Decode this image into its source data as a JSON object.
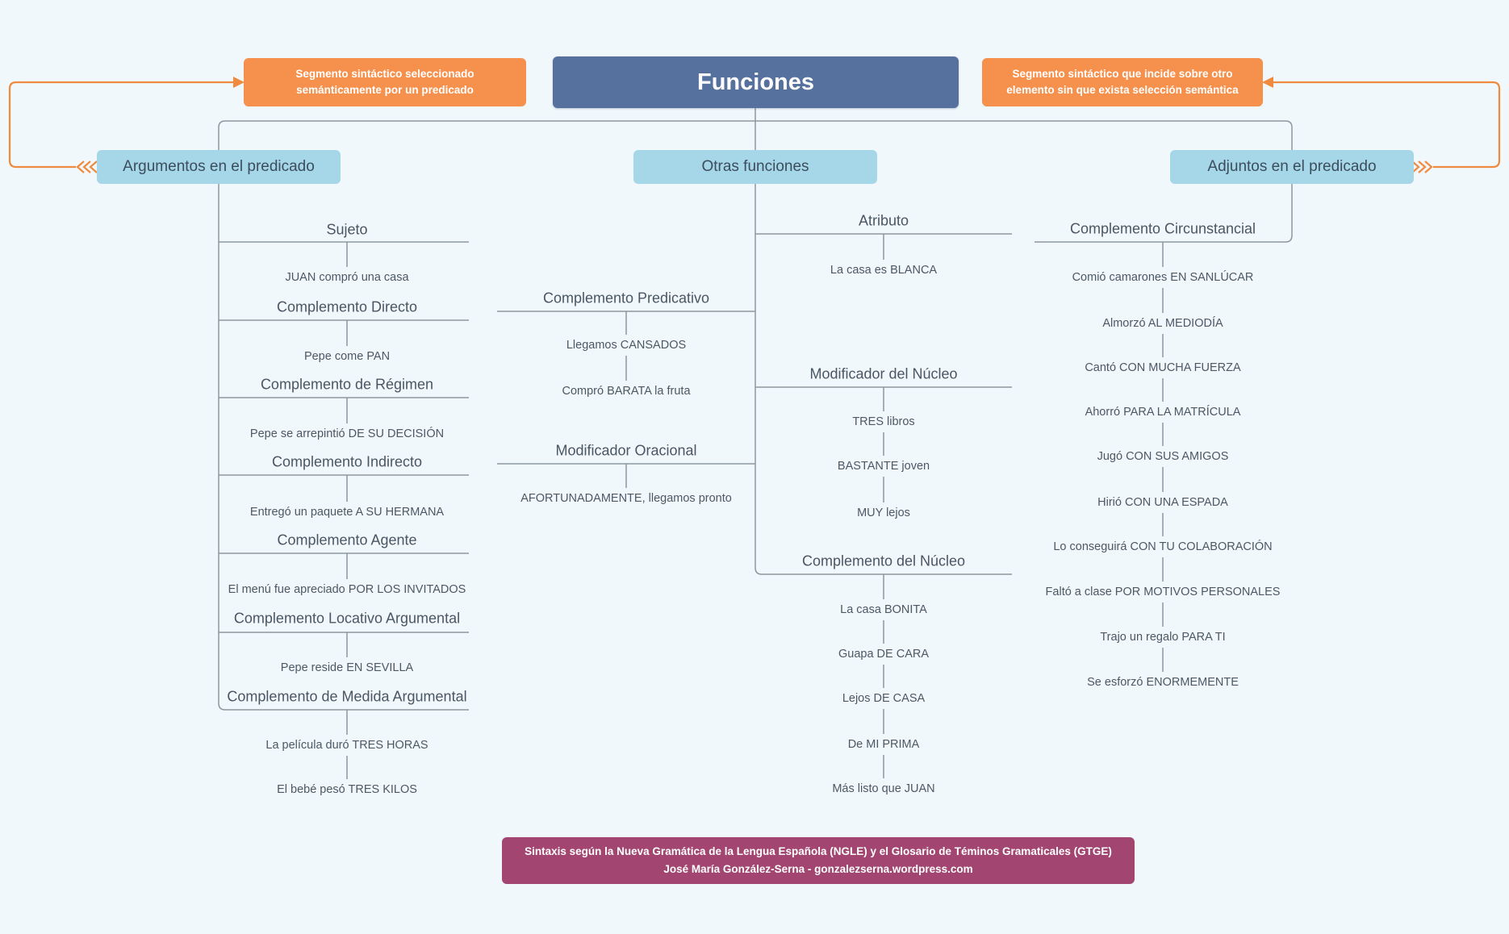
{
  "title": "Funciones",
  "notes": {
    "left": {
      "line1": "Segmento sintáctico seleccionado",
      "line2": "semánticamente por un predicado"
    },
    "right": {
      "line1": "Segmento sintáctico que incide sobre otro",
      "line2": "elemento sin que exista selección semántica"
    }
  },
  "branches": {
    "argumentos": {
      "label": "Argumentos en el predicado",
      "sections": [
        {
          "label": "Sujeto",
          "examples": [
            "JUAN compró una casa"
          ]
        },
        {
          "label": "Complemento Directo",
          "examples": [
            "Pepe come PAN"
          ]
        },
        {
          "label": "Complemento de Régimen",
          "examples": [
            "Pepe se arrepintió DE SU DECISIÓN"
          ]
        },
        {
          "label": "Complemento Indirecto",
          "examples": [
            "Entregó un paquete A SU HERMANA"
          ]
        },
        {
          "label": "Complemento Agente",
          "examples": [
            "El menú fue apreciado POR LOS INVITADOS"
          ]
        },
        {
          "label": "Complemento Locativo Argumental",
          "examples": [
            "Pepe reside EN SEVILLA"
          ]
        },
        {
          "label": "Complemento de Medida Argumental",
          "examples": [
            "La película duró TRES HORAS",
            "El bebé pesó TRES KILOS"
          ]
        }
      ]
    },
    "otras": {
      "label": "Otras funciones",
      "left_sections": [
        {
          "label": "Complemento Predicativo",
          "examples": [
            "Llegamos CANSADOS",
            "Compró BARATA la fruta"
          ]
        },
        {
          "label": "Modificador Oracional",
          "examples": [
            "AFORTUNADAMENTE, llegamos pronto"
          ]
        }
      ],
      "right_sections": [
        {
          "label": "Atributo",
          "examples": [
            "La casa es BLANCA"
          ]
        },
        {
          "label": "Modificador del Núcleo",
          "examples": [
            "TRES libros",
            "BASTANTE joven",
            "MUY lejos"
          ]
        },
        {
          "label": "Complemento del Núcleo",
          "examples": [
            "La casa BONITA",
            "Guapa DE CARA",
            "Lejos DE CASA",
            "De MI PRIMA",
            "Más listo que JUAN"
          ]
        }
      ]
    },
    "adjuntos": {
      "label": "Adjuntos en el predicado",
      "sections": [
        {
          "label": "Complemento Circunstancial",
          "examples": [
            "Comió camarones EN SANLÚCAR",
            "Almorzó AL MEDIODÍA",
            "Cantó CON MUCHA FUERZA",
            "Ahorró PARA LA MATRÍCULA",
            "Jugó CON SUS AMIGOS",
            "Hirió CON UNA ESPADA",
            "Lo conseguirá CON TU COLABORACIÓN",
            "Faltó a clase POR MOTIVOS PERSONALES",
            "Trajo un regalo PARA TI",
            "Se esforzó ENORMEMENTE"
          ]
        }
      ]
    }
  },
  "footer": {
    "line1": "Sintaxis según la Nueva Gramática de la Lengua Española (NGLE) y el Glosario de Téminos Gramaticales (GTGE)",
    "line2": "José María González-Serna  - gonzalezserna.wordpress.com"
  },
  "colors": {
    "background": "#f1f8fc",
    "title_box": "#56719e",
    "category_box": "#a6d7e8",
    "note_box": "#f6914d",
    "footer_box": "#a24570",
    "wire": "#8d97a0",
    "arrow": "#f08a3e",
    "text": "#4a5663"
  }
}
